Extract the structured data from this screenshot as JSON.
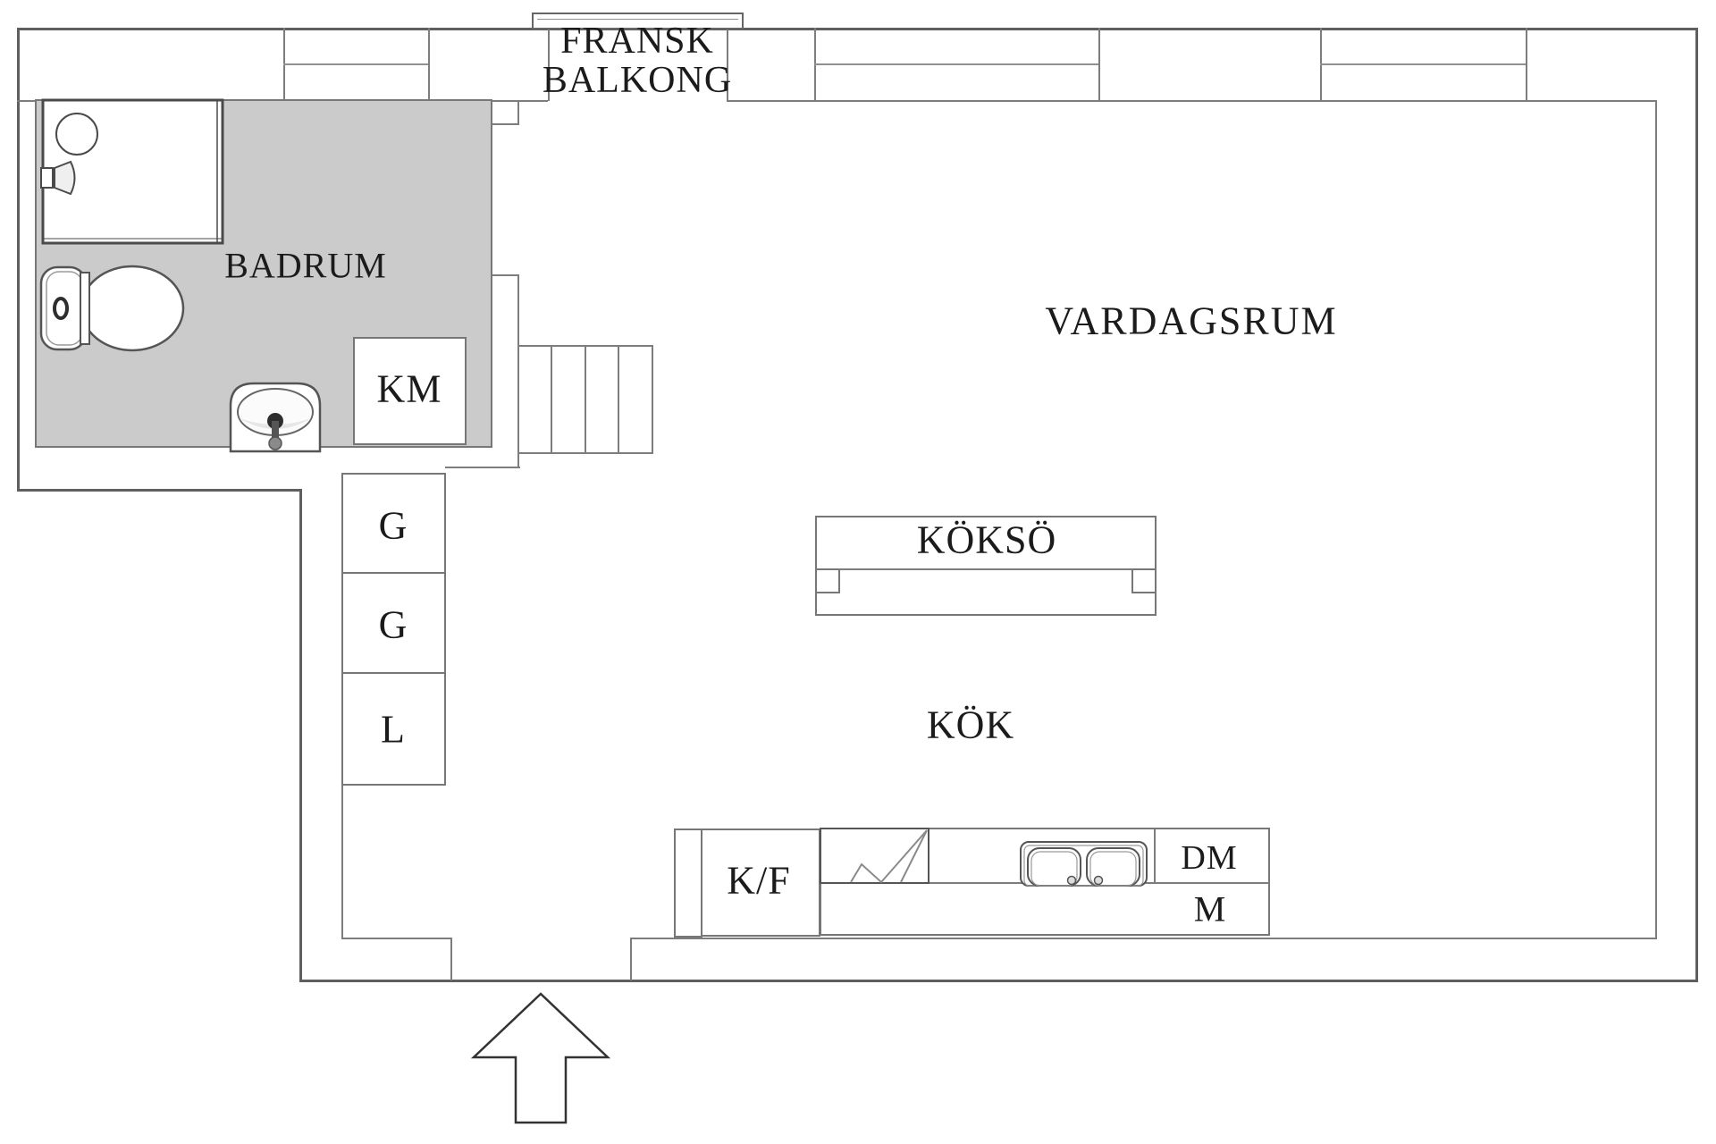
{
  "title": "Apartment floor plan",
  "colors": {
    "bathroom_fill": "#cbcbcb",
    "wall_line": "#5f5f5f",
    "text": "#1b1b1b"
  },
  "labels": {
    "balcony_line1": "FRANSK",
    "balcony_line2": "BALKONG",
    "bathroom": "BADRUM",
    "living_room": "VARDAGSRUM",
    "kitchen": "KÖK",
    "kitchen_island": "KÖKSÖ",
    "washing_machine": "KM",
    "wardrobe_top": "G",
    "wardrobe_middle": "G",
    "linen_cabinet": "L",
    "fridge_freezer": "K/F",
    "dishwasher": "DM",
    "microwave": "M"
  }
}
